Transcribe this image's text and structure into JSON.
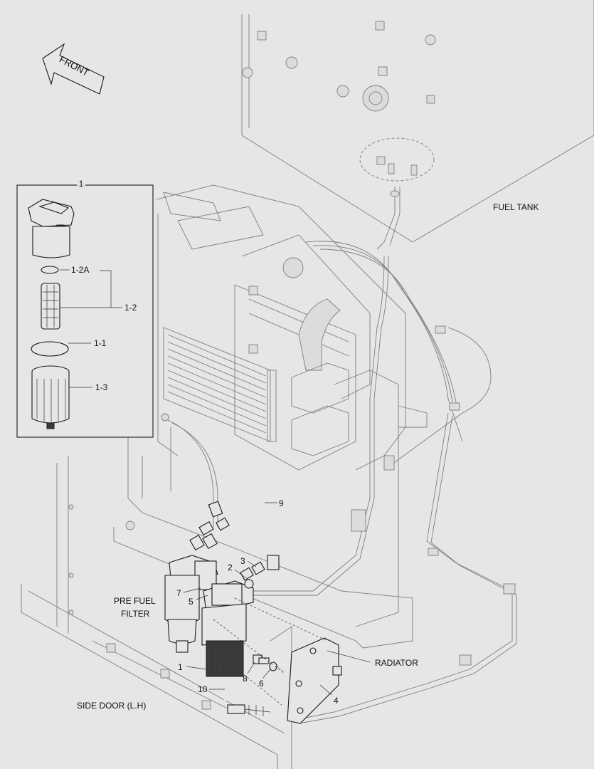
{
  "front_label": "FRONT",
  "labels": {
    "fuel_tank": "FUEL TANK",
    "radiator": "RADIATOR",
    "side_door": "SIDE DOOR (L.H)",
    "pre_fuel_filter_line1": "PRE FUEL",
    "pre_fuel_filter_line2": "FILTER"
  },
  "inset": {
    "title": "1",
    "callouts": [
      "1-2A",
      "1-2",
      "1-1",
      "1-3"
    ]
  },
  "callouts": [
    "1",
    "2",
    "3",
    "4",
    "5",
    "6",
    "7",
    "8",
    "9",
    "10"
  ]
}
